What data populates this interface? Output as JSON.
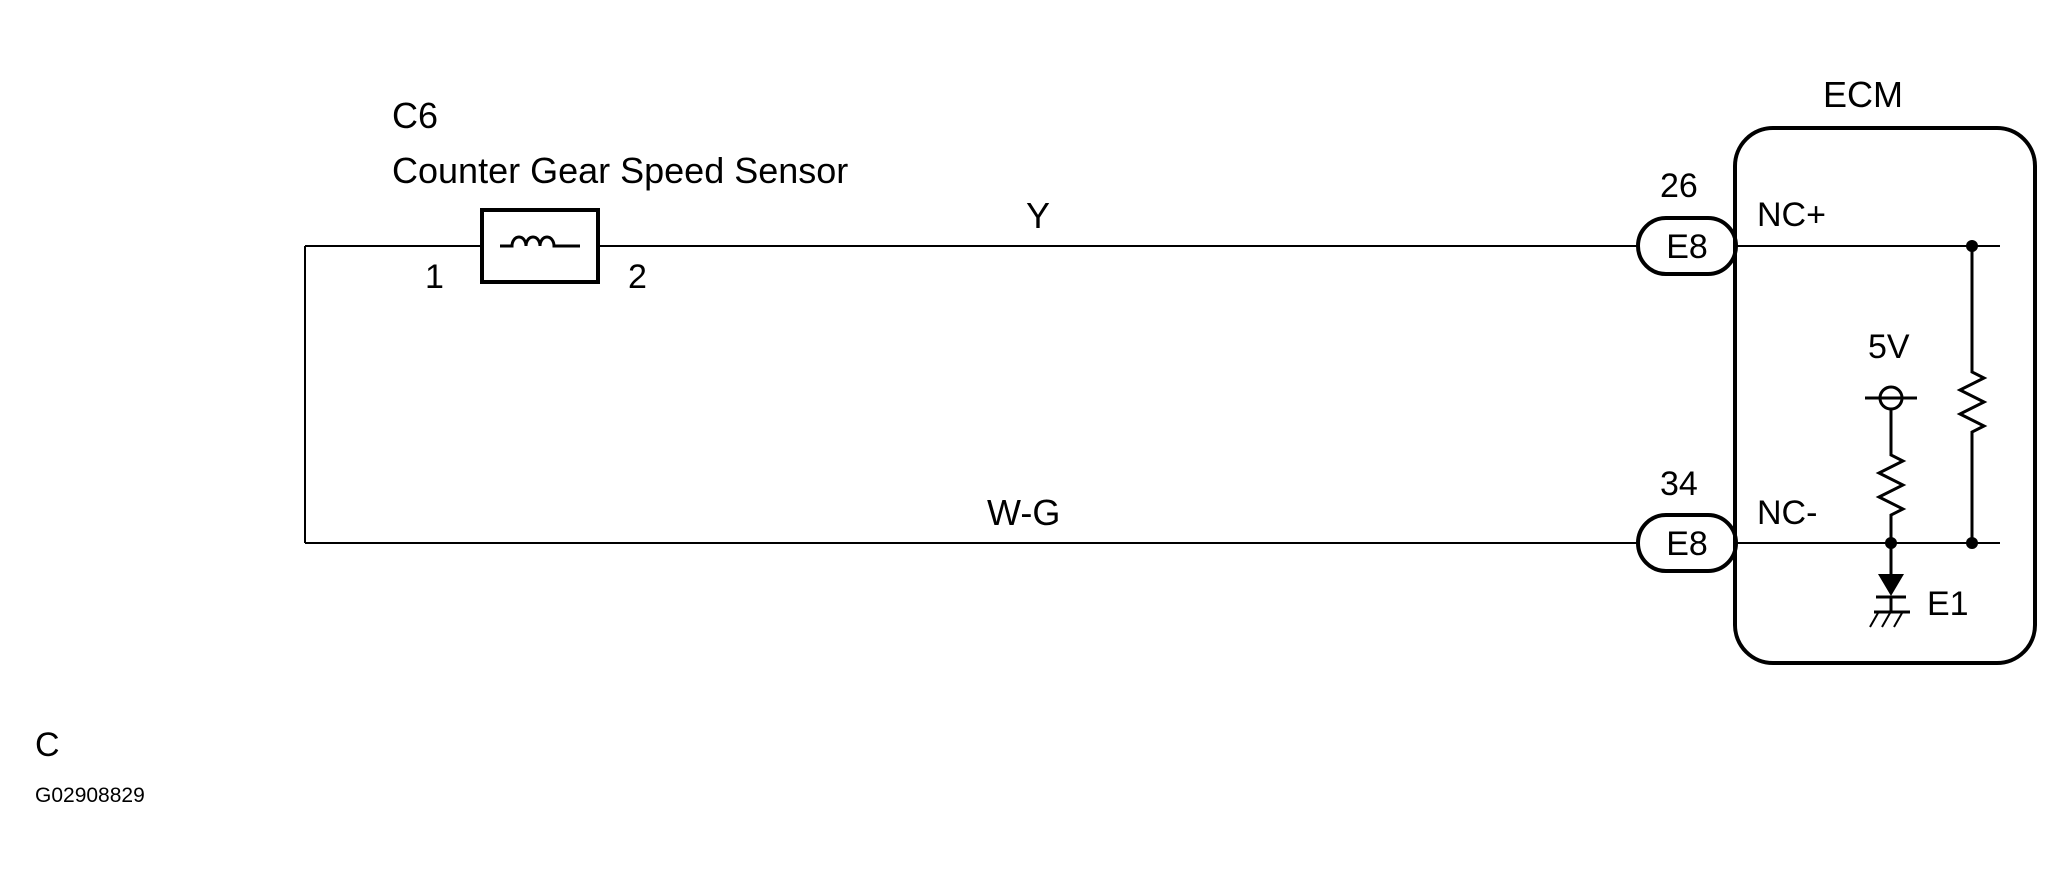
{
  "sensor": {
    "code": "C6",
    "name": "Counter Gear Speed Sensor",
    "pin_left": "1",
    "pin_right": "2"
  },
  "wires": {
    "top_color": "Y",
    "bottom_color": "W-G"
  },
  "ecm": {
    "title": "ECM",
    "pin_top_number": "26",
    "pin_top_connector": "E8",
    "pin_top_label": "NC+",
    "pin_bottom_number": "34",
    "pin_bottom_connector": "E8",
    "pin_bottom_label": "NC-",
    "supply_voltage": "5V",
    "ground_label": "E1"
  },
  "footer": {
    "letter": "C",
    "figure_code": "G02908829"
  }
}
